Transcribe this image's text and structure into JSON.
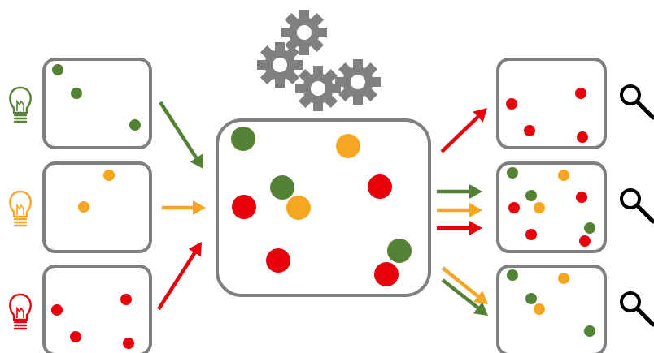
{
  "colors": {
    "green": "#548235",
    "orange": "#f5a623",
    "red": "#e8000b",
    "frame": "#7f7f7f",
    "gear": "#808080",
    "magnifier": "#000000"
  },
  "inputs": [
    {
      "bulb_icon": "lightbulb-icon",
      "color": "green",
      "dot_count": 3
    },
    {
      "bulb_icon": "lightbulb-icon",
      "color": "orange",
      "dot_count": 2
    },
    {
      "bulb_icon": "lightbulb-icon",
      "color": "red",
      "dot_count": 4
    }
  ],
  "center": {
    "gear_icon": "gear-icon",
    "gear_count": 4,
    "mixed_dots": {
      "green": 3,
      "orange": 2,
      "red": 4
    }
  },
  "outputs": [
    {
      "search_icon": "magnifier-icon",
      "contents": {
        "red": 4
      }
    },
    {
      "search_icon": "magnifier-icon",
      "contents": {
        "green": 3,
        "orange": 2,
        "red": 4
      }
    },
    {
      "search_icon": "magnifier-icon",
      "contents": {
        "green": 3,
        "orange": 2
      }
    }
  ]
}
